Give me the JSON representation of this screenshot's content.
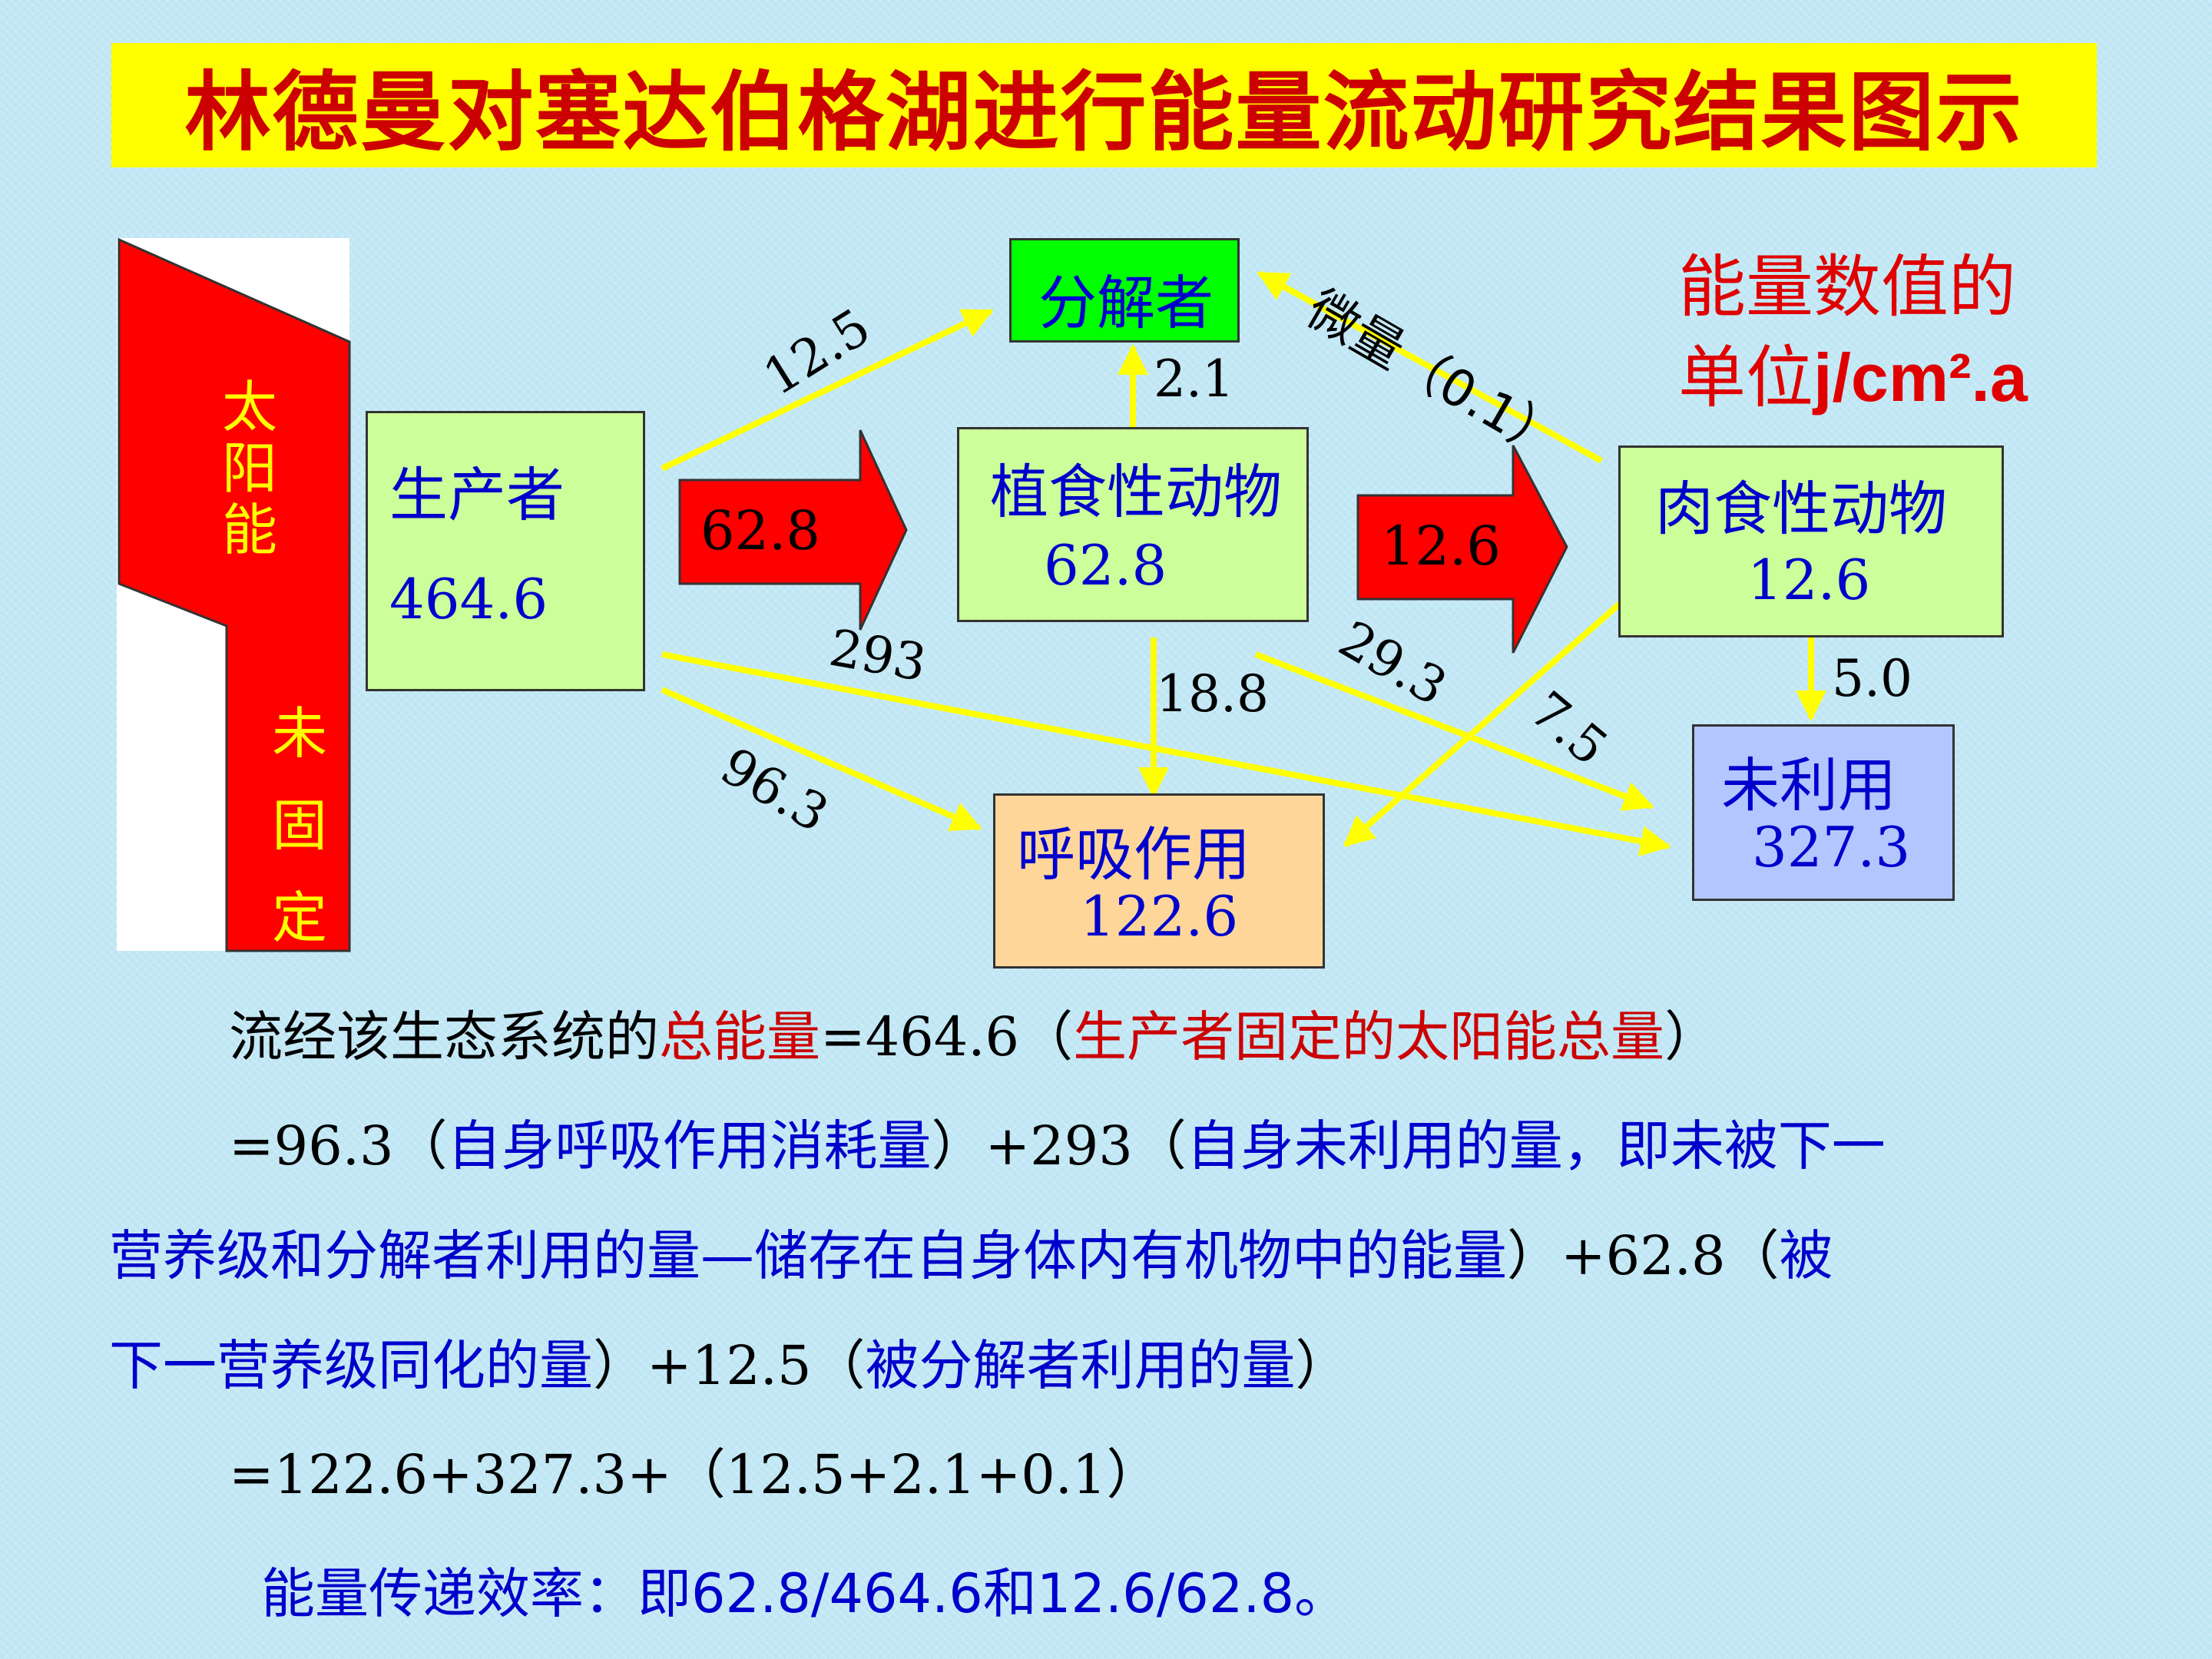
{
  "title": "林德曼对塞达伯格湖进行能量流动研究结果图示",
  "sun": {
    "label": [
      "太",
      "阳",
      "能"
    ],
    "unfixed": [
      "未",
      "固",
      "定"
    ]
  },
  "nodes": {
    "producer": {
      "label": "生产者",
      "value": "464.6",
      "color": "#ccff99"
    },
    "decomposer": {
      "label": "分解者",
      "color": "#00ff00"
    },
    "herbivore": {
      "label": "植食性动物",
      "value": "62.8",
      "color": "#ccff99"
    },
    "carnivore": {
      "label": "肉食性动物",
      "value": "12.6",
      "color": "#ccff99"
    },
    "respiration": {
      "label": "呼吸作用",
      "value": "122.6",
      "color": "#ffd699"
    },
    "unused": {
      "label": "未利用",
      "value": "327.3",
      "color": "#b3c6ff"
    }
  },
  "flows": {
    "producer_to_decomposer": "12.5",
    "herbivore_to_decomposer": "2.1",
    "carnivore_to_decomposer": "微量（0.1）",
    "producer_to_herbivore": "62.8",
    "herbivore_to_carnivore": "12.6",
    "producer_to_unused": "293",
    "producer_to_respiration": "96.3",
    "herbivore_to_respiration": "18.8",
    "herbivore_to_unused": "29.3",
    "carnivore_to_respiration": "7.5",
    "carnivore_to_unused": "5.0"
  },
  "unit_note": {
    "line1": "能量数值的",
    "line2_prefix": "单位",
    "line2_unit": "j/cm².a"
  },
  "text": {
    "l1_a": "流经该生态系统的",
    "l1_b": "总能量",
    "l1_c": "=464.6（",
    "l1_d": "生产者固定的太阳能总量",
    "l1_e": "）",
    "l2_a": "=96.3（",
    "l2_b": "自身呼吸作用消耗量",
    "l2_c": "）+293（",
    "l2_d": "自身未利用的量，即未被下一",
    "l3_a": "营养级和分解者利用的量—储存在自身体内有机物中的能量",
    "l3_b": "）+62.8（",
    "l3_c": "被",
    "l4_a": "下一营养级同化的量",
    "l4_b": "）+12.5（",
    "l4_c": "被分解者利用的量",
    "l4_d": "）",
    "l5": "=122.6+327.3+（12.5+2.1+0.1）",
    "l6": "能量传递效率：即62.8/464.6和12.6/62.8。"
  }
}
